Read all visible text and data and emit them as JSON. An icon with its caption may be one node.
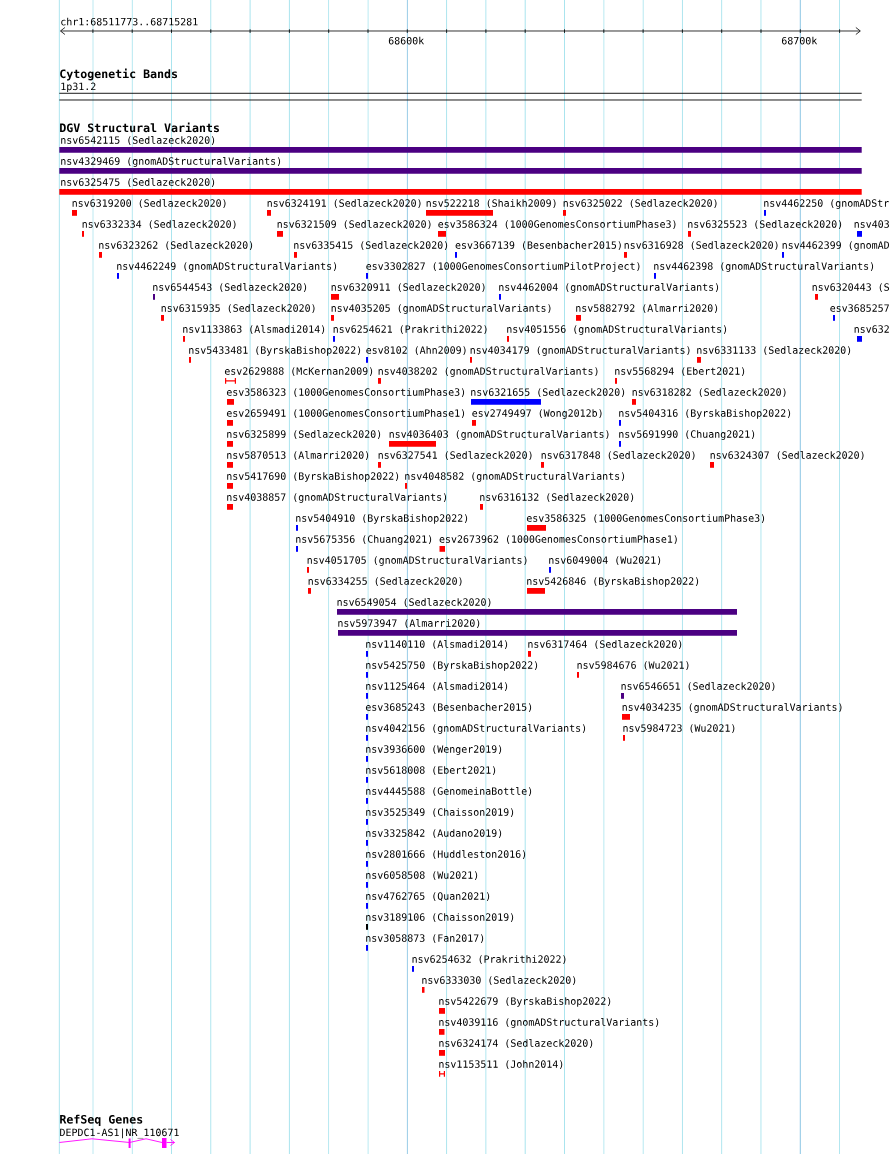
{
  "diagram": {
    "nodes": [
      {
        "text": [
          "1p31.2"
        ]
      },
      {
        "text": [
          "nsv6542115 (Sedlazeck2020)"
        ]
      },
      {
        "text": [
          "nsv4329469 (gnomADStructuralVariants)"
        ]
      },
      {
        "text": [
          "nsv6325475 (Sedlazeck2020)"
        ]
      },
      {
        "text": [
          "nsv6319200 (Sedlazeck2020)"
        ]
      },
      {
        "text": [
          "nsv6324191 (Sedlazeck2020)"
        ]
      },
      {
        "text": [
          "nsv522218 (Shaikh2009)"
        ]
      },
      {
        "text": [
          "nsv6325022 (Sedlazeck2020)"
        ]
      },
      {
        "text": [
          "nsv4462250 (gnomADStr"
        ]
      },
      {
        "text": [
          "nsv6332334 (Sedlazeck2020)"
        ]
      },
      {
        "text": [
          "nsv6321509 (Sedlazeck2020)"
        ]
      },
      {
        "text": [
          "esv3586324 (1000GenomesConsortiumPhase3)"
        ]
      },
      {
        "text": [
          "nsv6325523 (Sedlazeck2020)"
        ]
      },
      {
        "text": [
          "nsv403"
        ]
      },
      {
        "text": [
          "nsv6323262 (Sedlazeck2020)"
        ]
      },
      {
        "text": [
          "nsv6335415 (Sedlazeck2020)"
        ]
      },
      {
        "text": [
          "esv3667139 (Besenbacher2015)"
        ]
      },
      {
        "text": [
          "nsv6316928 (Sedlazeck2020)"
        ]
      },
      {
        "text": [
          "nsv4462399 (gnomAD"
        ]
      },
      {
        "text": [
          "nsv4462249 (gnomADStructuralVariants)"
        ]
      },
      {
        "text": [
          "esv3302827 (1000GenomesConsortiumPilotProject)"
        ]
      },
      {
        "text": [
          "nsv4462398 (gnomADStructuralVariants)"
        ]
      },
      {
        "text": [
          "nsv6544543 (Sedlazeck2020)"
        ]
      },
      {
        "text": [
          "nsv6320911 (Sedlazeck2020)"
        ]
      },
      {
        "text": [
          "nsv4462004 (gnomADStructuralVariants)"
        ]
      },
      {
        "text": [
          "nsv6320443 (S"
        ]
      },
      {
        "text": [
          "nsv6315935 (Sedlazeck2020)"
        ]
      },
      {
        "text": [
          "nsv4035205 (gnomADStructuralVariants)"
        ]
      },
      {
        "text": [
          "nsv5882792 (Almarri2020)"
        ]
      },
      {
        "text": [
          "esv3685257"
        ]
      },
      {
        "text": [
          "nsv1133863 (Alsmadi2014)"
        ]
      },
      {
        "text": [
          "nsv6254621 (Prakrithi2022)"
        ]
      },
      {
        "text": [
          "nsv4051556 (gnomADStructuralVariants)"
        ]
      },
      {
        "text": [
          "nsv632"
        ]
      },
      {
        "text": [
          "nsv5433481 (ByrskaBishop2022)"
        ]
      },
      {
        "text": [
          "esv8102 (Ahn2009)"
        ]
      },
      {
        "text": [
          "nsv4034179 (gnomADStructuralVariants)"
        ]
      },
      {
        "text": [
          "nsv6331133 (Sedlazeck2020)"
        ]
      },
      {
        "text": [
          "esv2629888 (McKernan2009)"
        ]
      },
      {
        "text": [
          "nsv4038202 (gnomADStructuralVariants)"
        ]
      },
      {
        "text": [
          "nsv5568294 (Ebert2021)"
        ]
      },
      {
        "text": [
          "esv3586323 (1000GenomesConsortiumPhase3)"
        ]
      },
      {
        "text": [
          "nsv6321655 (Sedlazeck2020)"
        ]
      },
      {
        "text": [
          "nsv6318282 (Sedlazeck2020)"
        ]
      },
      {
        "text": [
          "esv2659491 (1000GenomesConsortiumPhase1)"
        ]
      },
      {
        "text": [
          "esv2749497 (Wong2012b)"
        ]
      },
      {
        "text": [
          "nsv5404316 (ByrskaBishop2022)"
        ]
      },
      {
        "text": [
          "nsv6325899 (Sedlazeck2020)"
        ]
      },
      {
        "text": [
          "nsv4036403 (gnomADStructuralVariants)"
        ]
      },
      {
        "text": [
          "nsv5691990 (Chuang2021)"
        ]
      },
      {
        "text": [
          "nsv5870513 (Almarri2020)"
        ]
      },
      {
        "text": [
          "nsv6327541 (Sedlazeck2020)"
        ]
      },
      {
        "text": [
          "nsv6317848 (Sedlazeck2020)"
        ]
      },
      {
        "text": [
          "nsv6324307 (Sedlazeck2020)"
        ]
      },
      {
        "text": [
          "nsv5417690 (ByrskaBishop2022)"
        ]
      },
      {
        "text": [
          "nsv4048582 (gnomADStructuralVariants)"
        ]
      },
      {
        "text": [
          "nsv4038857 (gnomADStructuralVariants)"
        ]
      },
      {
        "text": [
          "nsv6316132 (Sedlazeck2020)"
        ]
      },
      {
        "text": [
          "nsv5404910 (ByrskaBishop2022)"
        ]
      },
      {
        "text": [
          "esv3586325 (1000GenomesConsortiumPhase3)"
        ]
      },
      {
        "text": [
          "nsv5675356 (Chuang2021)"
        ]
      },
      {
        "text": [
          "esv2673962 (1000GenomesConsortiumPhase1)"
        ]
      },
      {
        "text": [
          "nsv4051705 (gnomADStructuralVariants)"
        ]
      },
      {
        "text": [
          "nsv6049004 (Wu2021)"
        ]
      },
      {
        "text": [
          "nsv6334255 (Sedlazeck2020)"
        ]
      },
      {
        "text": [
          "nsv5426846 (ByrskaBishop2022)"
        ]
      },
      {
        "text": [
          "nsv6549054 (Sedlazeck2020)"
        ]
      },
      {
        "text": [
          "nsv5973947 (Almarri2020)"
        ]
      },
      {
        "text": [
          "nsv1140110 (Alsmadi2014)"
        ]
      },
      {
        "text": [
          "nsv6317464 (Sedlazeck2020)"
        ]
      },
      {
        "text": [
          "nsv5425750 (ByrskaBishop2022)"
        ]
      },
      {
        "text": [
          "nsv5984676 (Wu2021)"
        ]
      },
      {
        "text": [
          "nsv1125464 (Alsmadi2014)"
        ]
      },
      {
        "text": [
          "nsv6546651 (Sedlazeck2020)"
        ]
      },
      {
        "text": [
          "esv3685243 (Besenbacher2015)"
        ]
      },
      {
        "text": [
          "nsv4034235 (gnomADStructuralVariants)"
        ]
      },
      {
        "text": [
          "nsv4042156 (gnomADStructuralVariants)"
        ]
      },
      {
        "text": [
          "nsv5984723 (Wu2021)"
        ]
      },
      {
        "text": [
          "nsv3936600 (Wenger2019)"
        ]
      },
      {
        "text": [
          "nsv5618008 (Ebert2021)"
        ]
      },
      {
        "text": [
          "nsv4445588 (GenomeinaBottle)"
        ]
      },
      {
        "text": [
          "nsv3525349 (Chaisson2019)"
        ]
      },
      {
        "text": [
          "nsv3325842 (Audano2019)"
        ]
      },
      {
        "text": [
          "nsv2801666 (Huddleston2016)"
        ]
      },
      {
        "text": [
          "nsv6058508 (Wu2021)"
        ]
      },
      {
        "text": [
          "nsv4762765 (Quan2021)"
        ]
      },
      {
        "text": [
          "nsv3189106 (Chaisson2019)"
        ]
      },
      {
        "text": [
          "nsv3058873 (Fan2017)"
        ]
      },
      {
        "text": [
          "nsv6254632 (Prakrithi2022)"
        ]
      },
      {
        "text": [
          "nsv6333030 (Sedlazeck2020)"
        ]
      },
      {
        "text": [
          "nsv5422679 (ByrskaBishop2022)"
        ]
      },
      {
        "text": [
          "nsv4039116 (gnomADStructuralVariants)"
        ]
      },
      {
        "text": [
          "nsv6324174 (Sedlazeck2020)"
        ]
      },
      {
        "text": [
          "nsv1153511 (John2014)"
        ]
      },
      {
        "text": [
          "DEPDC1-AS1|NR_110671"
        ]
      }
    ],
    "labels": [
      "chr1:68511773..68715281",
      "68600k",
      "68700k",
      "Cytogenetic Bands",
      "DGV Structural Variants",
      "RefSeq Genes"
    ]
  }
}
